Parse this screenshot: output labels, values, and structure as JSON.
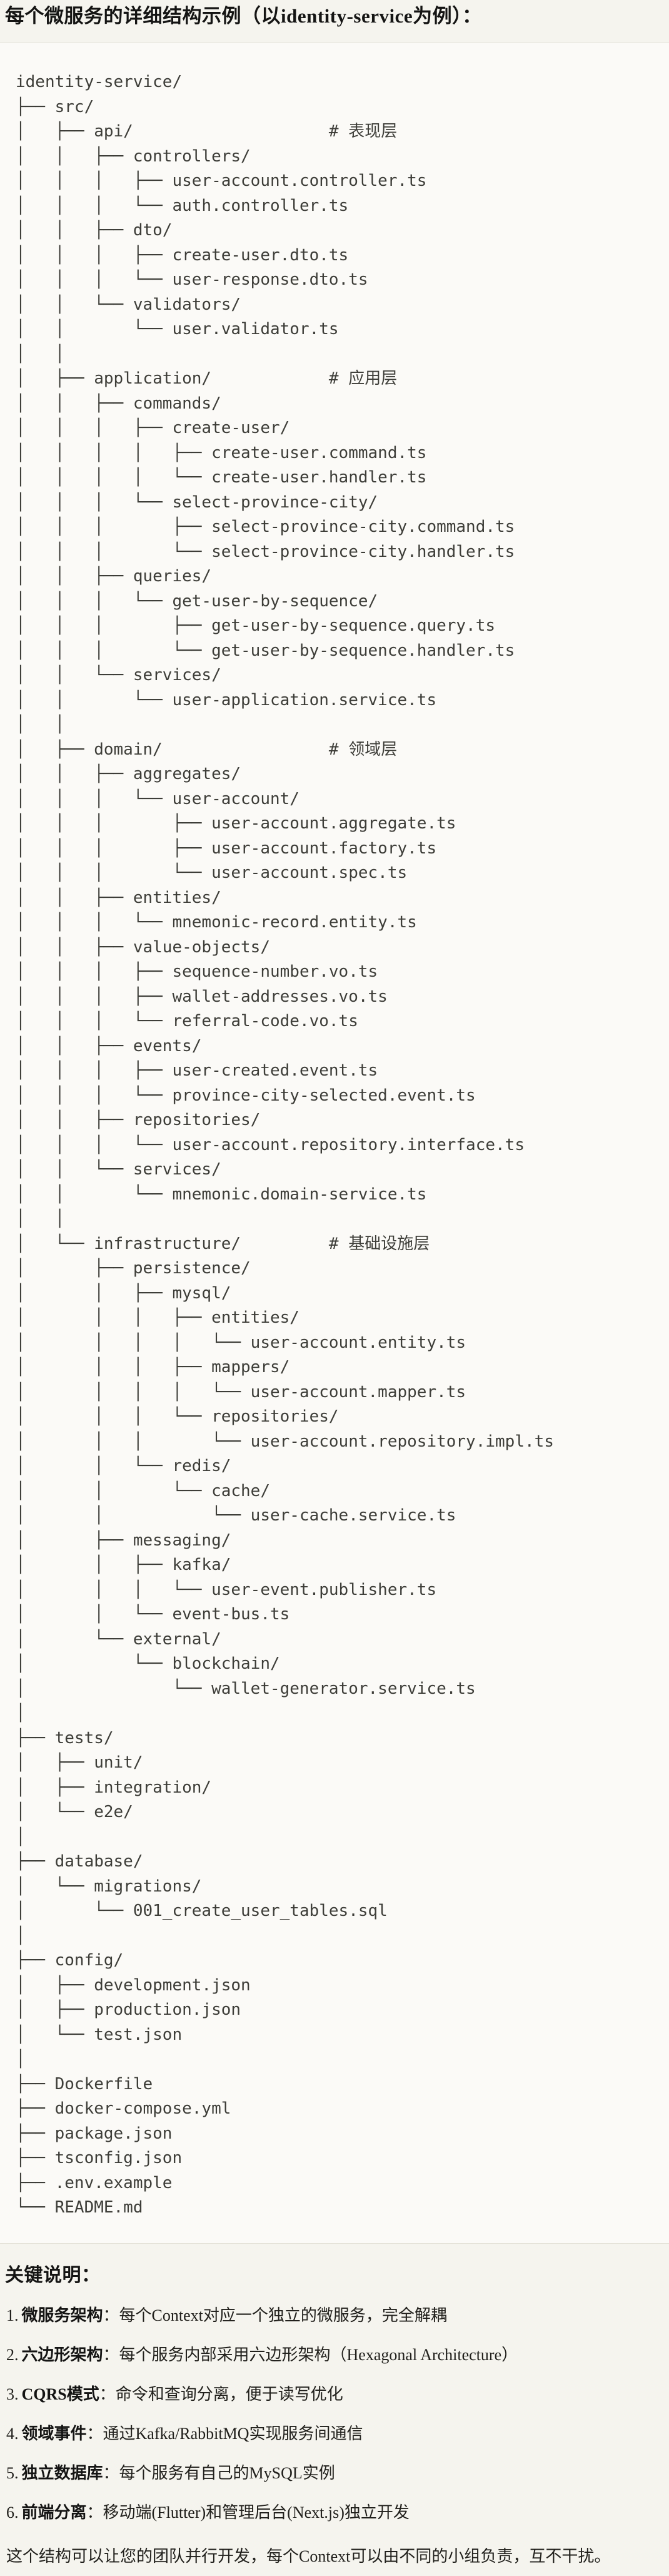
{
  "title": "每个微服务的详细结构示例（以identity-service为例）：",
  "colors": {
    "page_background": "#F5F4EE",
    "code_background": "#FBFAF7",
    "code_border": "#E3E1D7",
    "code_text": "#3D3D38",
    "heading_text": "#141413"
  },
  "tree_lines": [
    "identity-service/",
    "├── src/",
    "│   ├── api/                    # 表现层",
    "│   │   ├── controllers/",
    "│   │   │   ├── user-account.controller.ts",
    "│   │   │   └── auth.controller.ts",
    "│   │   ├── dto/",
    "│   │   │   ├── create-user.dto.ts",
    "│   │   │   └── user-response.dto.ts",
    "│   │   └── validators/",
    "│   │       └── user.validator.ts",
    "│   │",
    "│   ├── application/            # 应用层",
    "│   │   ├── commands/",
    "│   │   │   ├── create-user/",
    "│   │   │   │   ├── create-user.command.ts",
    "│   │   │   │   └── create-user.handler.ts",
    "│   │   │   └── select-province-city/",
    "│   │   │       ├── select-province-city.command.ts",
    "│   │   │       └── select-province-city.handler.ts",
    "│   │   ├── queries/",
    "│   │   │   └── get-user-by-sequence/",
    "│   │   │       ├── get-user-by-sequence.query.ts",
    "│   │   │       └── get-user-by-sequence.handler.ts",
    "│   │   └── services/",
    "│   │       └── user-application.service.ts",
    "│   │",
    "│   ├── domain/                 # 领域层",
    "│   │   ├── aggregates/",
    "│   │   │   └── user-account/",
    "│   │   │       ├── user-account.aggregate.ts",
    "│   │   │       ├── user-account.factory.ts",
    "│   │   │       └── user-account.spec.ts",
    "│   │   ├── entities/",
    "│   │   │   └── mnemonic-record.entity.ts",
    "│   │   ├── value-objects/",
    "│   │   │   ├── sequence-number.vo.ts",
    "│   │   │   ├── wallet-addresses.vo.ts",
    "│   │   │   └── referral-code.vo.ts",
    "│   │   ├── events/",
    "│   │   │   ├── user-created.event.ts",
    "│   │   │   └── province-city-selected.event.ts",
    "│   │   ├── repositories/",
    "│   │   │   └── user-account.repository.interface.ts",
    "│   │   └── services/",
    "│   │       └── mnemonic.domain-service.ts",
    "│   │",
    "│   └── infrastructure/         # 基础设施层",
    "│       ├── persistence/",
    "│       │   ├── mysql/",
    "│       │   │   ├── entities/",
    "│       │   │   │   └── user-account.entity.ts",
    "│       │   │   ├── mappers/",
    "│       │   │   │   └── user-account.mapper.ts",
    "│       │   │   └── repositories/",
    "│       │   │       └── user-account.repository.impl.ts",
    "│       │   └── redis/",
    "│       │       └── cache/",
    "│       │           └── user-cache.service.ts",
    "│       ├── messaging/",
    "│       │   ├── kafka/",
    "│       │   │   └── user-event.publisher.ts",
    "│       │   └── event-bus.ts",
    "│       └── external/",
    "│           └── blockchain/",
    "│               └── wallet-generator.service.ts",
    "│",
    "├── tests/",
    "│   ├── unit/",
    "│   ├── integration/",
    "│   └── e2e/",
    "│",
    "├── database/",
    "│   └── migrations/",
    "│       └── 001_create_user_tables.sql",
    "│",
    "├── config/",
    "│   ├── development.json",
    "│   ├── production.json",
    "│   └── test.json",
    "│",
    "├── Dockerfile",
    "├── docker-compose.yml",
    "├── package.json",
    "├── tsconfig.json",
    "├── .env.example",
    "└── README.md"
  ],
  "notes": {
    "heading": "关键说明：",
    "items": [
      {
        "num": "1.",
        "label": "微服务架构",
        "text": "：每个Context对应一个独立的微服务，完全解耦"
      },
      {
        "num": "2.",
        "label": "六边形架构",
        "text": "：每个服务内部采用六边形架构（Hexagonal Architecture）"
      },
      {
        "num": "3.",
        "label": "CQRS模式",
        "text": "：命令和查询分离，便于读写优化"
      },
      {
        "num": "4.",
        "label": "领域事件",
        "text": "：通过Kafka/RabbitMQ实现服务间通信"
      },
      {
        "num": "5.",
        "label": "独立数据库",
        "text": "：每个服务有自己的MySQL实例"
      },
      {
        "num": "6.",
        "label": "前端分离",
        "text": "：移动端(Flutter)和管理后台(Next.js)独立开发"
      }
    ],
    "footer": "这个结构可以让您的团队并行开发，每个Context可以由不同的小组负责，互不干扰。"
  }
}
